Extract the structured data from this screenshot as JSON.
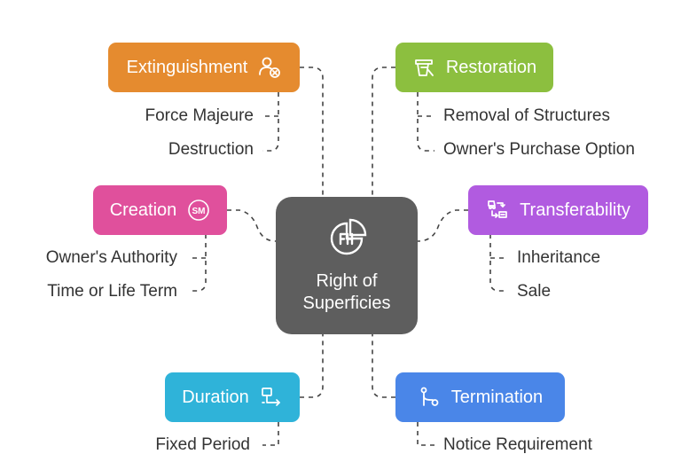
{
  "center": {
    "line1": "Right of",
    "line2": "Superficies",
    "icon": "pie-chart-icon"
  },
  "nodes": {
    "extinguishment": {
      "label": "Extinguishment",
      "color": "#E58B2F",
      "icon": "person-remove-icon",
      "items": [
        "Force Majeure",
        "Destruction"
      ]
    },
    "restoration": {
      "label": "Restoration",
      "color": "#8CBF3F",
      "icon": "bucket-icon",
      "items": [
        "Removal of Structures",
        "Owner's Purchase Option"
      ]
    },
    "creation": {
      "label": "Creation",
      "color": "#E0509C",
      "icon": "service-mark-icon",
      "items": [
        "Owner's Authority",
        "Time or Life Term"
      ]
    },
    "transferability": {
      "label": "Transferability",
      "color": "#B15BE0",
      "icon": "transfer-icon",
      "items": [
        "Inheritance",
        "Sale"
      ]
    },
    "duration": {
      "label": "Duration",
      "color": "#2FB3D9",
      "icon": "flow-icon",
      "items": [
        "Fixed Period"
      ]
    },
    "termination": {
      "label": "Termination",
      "color": "#4A86E8",
      "icon": "route-icon",
      "items": [
        "Notice Requirement"
      ]
    }
  }
}
